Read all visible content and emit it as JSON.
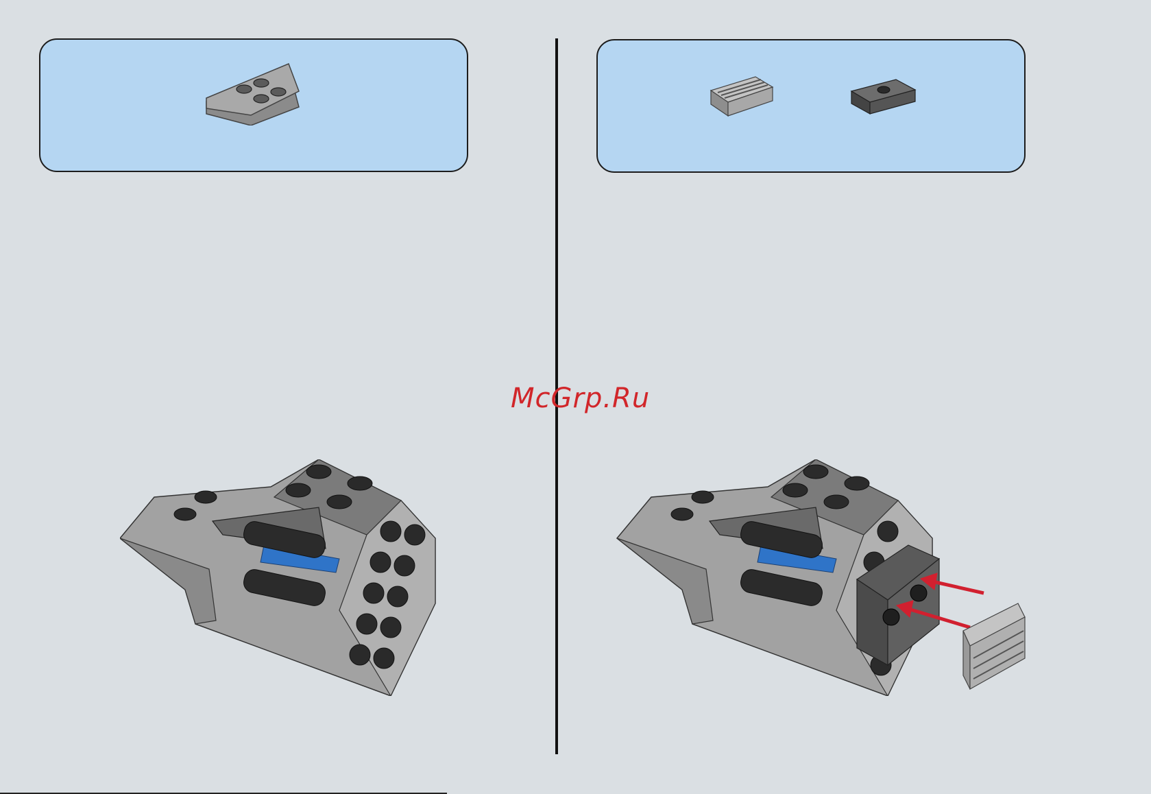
{
  "step_left": {
    "parts": [
      {
        "icon": "wedge-plate-2x3-light-gray",
        "color": "#9a9a9a"
      }
    ]
  },
  "step_right": {
    "parts": [
      {
        "icon": "grille-tile-1x2-light-gray",
        "color": "#a3a3a3"
      },
      {
        "icon": "jumper-plate-1x2-dark-gray",
        "color": "#595959"
      }
    ]
  },
  "watermark": "McGrp.Ru",
  "colors": {
    "background": "#dadfe3",
    "parts_box": "#b5d6f2",
    "brick_light": "#a0a0a0",
    "brick_dark": "#5e5e5e",
    "accent_blue": "#2f74c8",
    "arrow_red": "#d1202f"
  }
}
